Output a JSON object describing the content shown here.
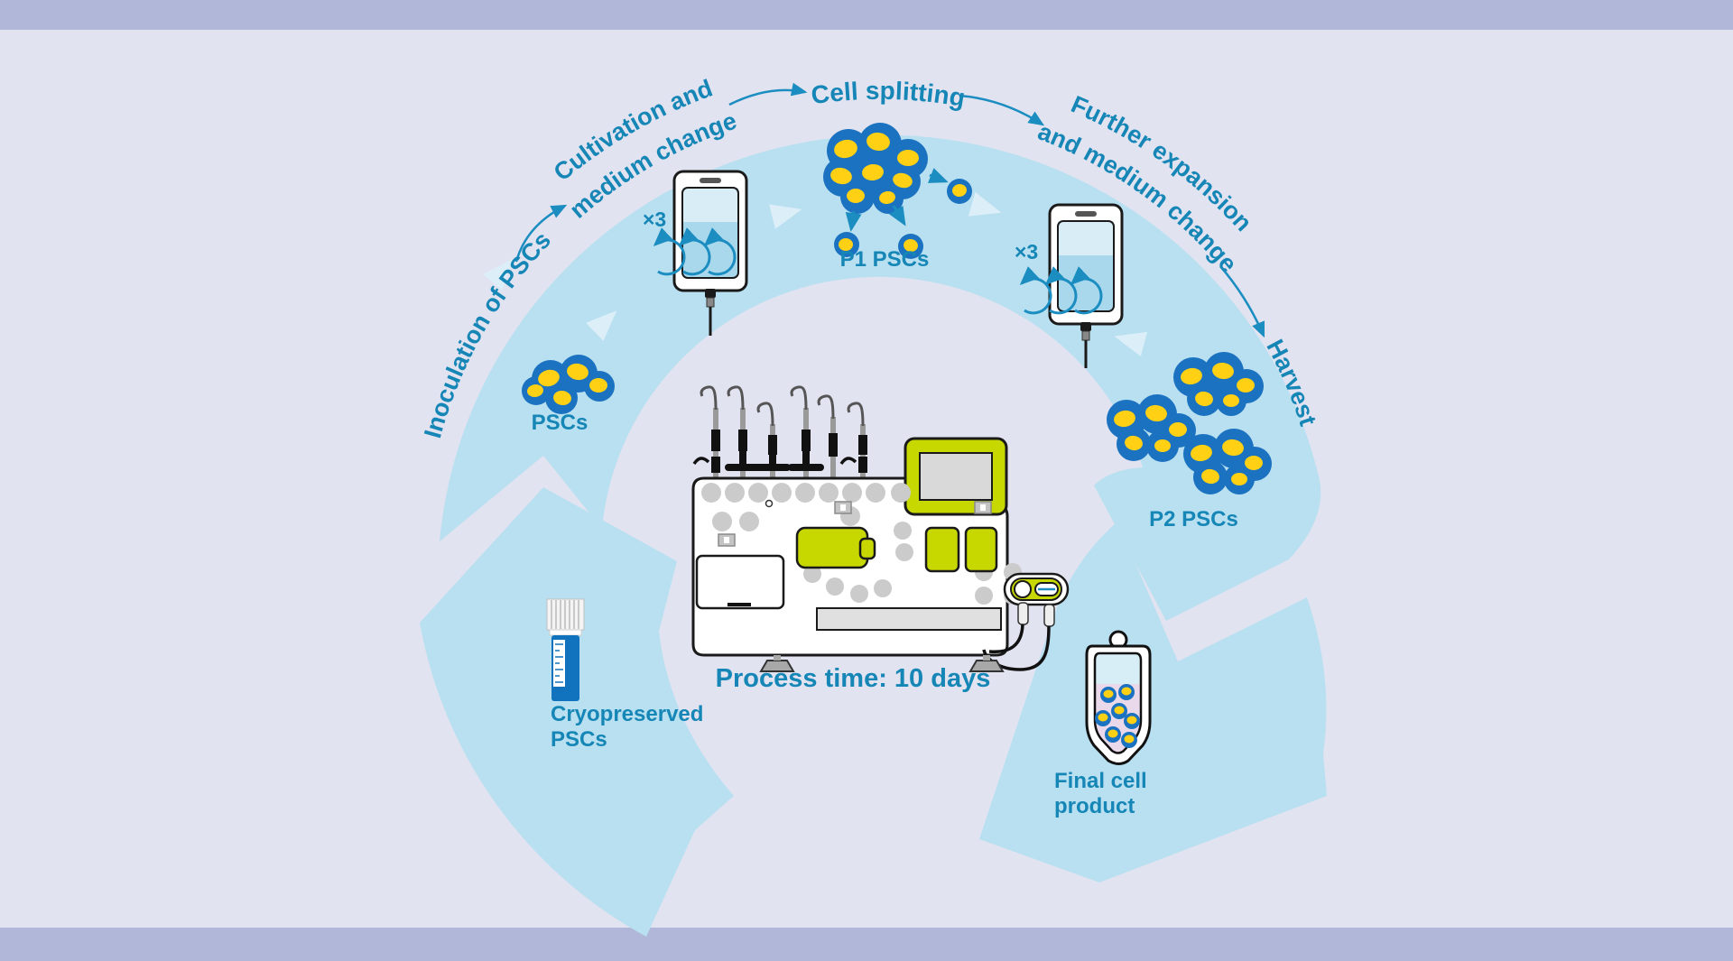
{
  "frame": {
    "background_color": "#e2e3f0",
    "top_bar_color": "#b1b7d8",
    "bottom_bar_color": "#b1b7d8"
  },
  "cycle": {
    "labels": {
      "inoculation": "Inoculation of PSCs",
      "cultivation1": "Cultivation and",
      "cultivation2": "medium change",
      "splitting": "Cell splitting",
      "expansion1": "Further expansion",
      "expansion2": "and medium change",
      "harvest": "Harvest"
    },
    "items": {
      "pscs": "PSCs",
      "p1": "P1 PSCs",
      "p2": "P2 PSCs",
      "cryopreserved": "Cryopreserved\nPSCs",
      "final_product": "Final cell\nproduct",
      "multiplier1": "×3",
      "multiplier2": "×3"
    },
    "process_time": "Process time: 10 days",
    "colors": {
      "ring_blue": "#b9e0f1",
      "flow_triangle": "#dceff8",
      "accent_text_blue": "#1586b6",
      "arrow_blue": "#1b8dc0",
      "cell_membrane_blue": "#1a72c0",
      "cell_nucleus_yellow": "#ffd014",
      "machine_lime": "#c6d800",
      "bag_liquid_blue": "#a9d8ec",
      "bag_liquid_light": "#d9edf7",
      "cryovial_blue": "#1173bd",
      "final_liquid_pink": "#ead9eb"
    }
  }
}
